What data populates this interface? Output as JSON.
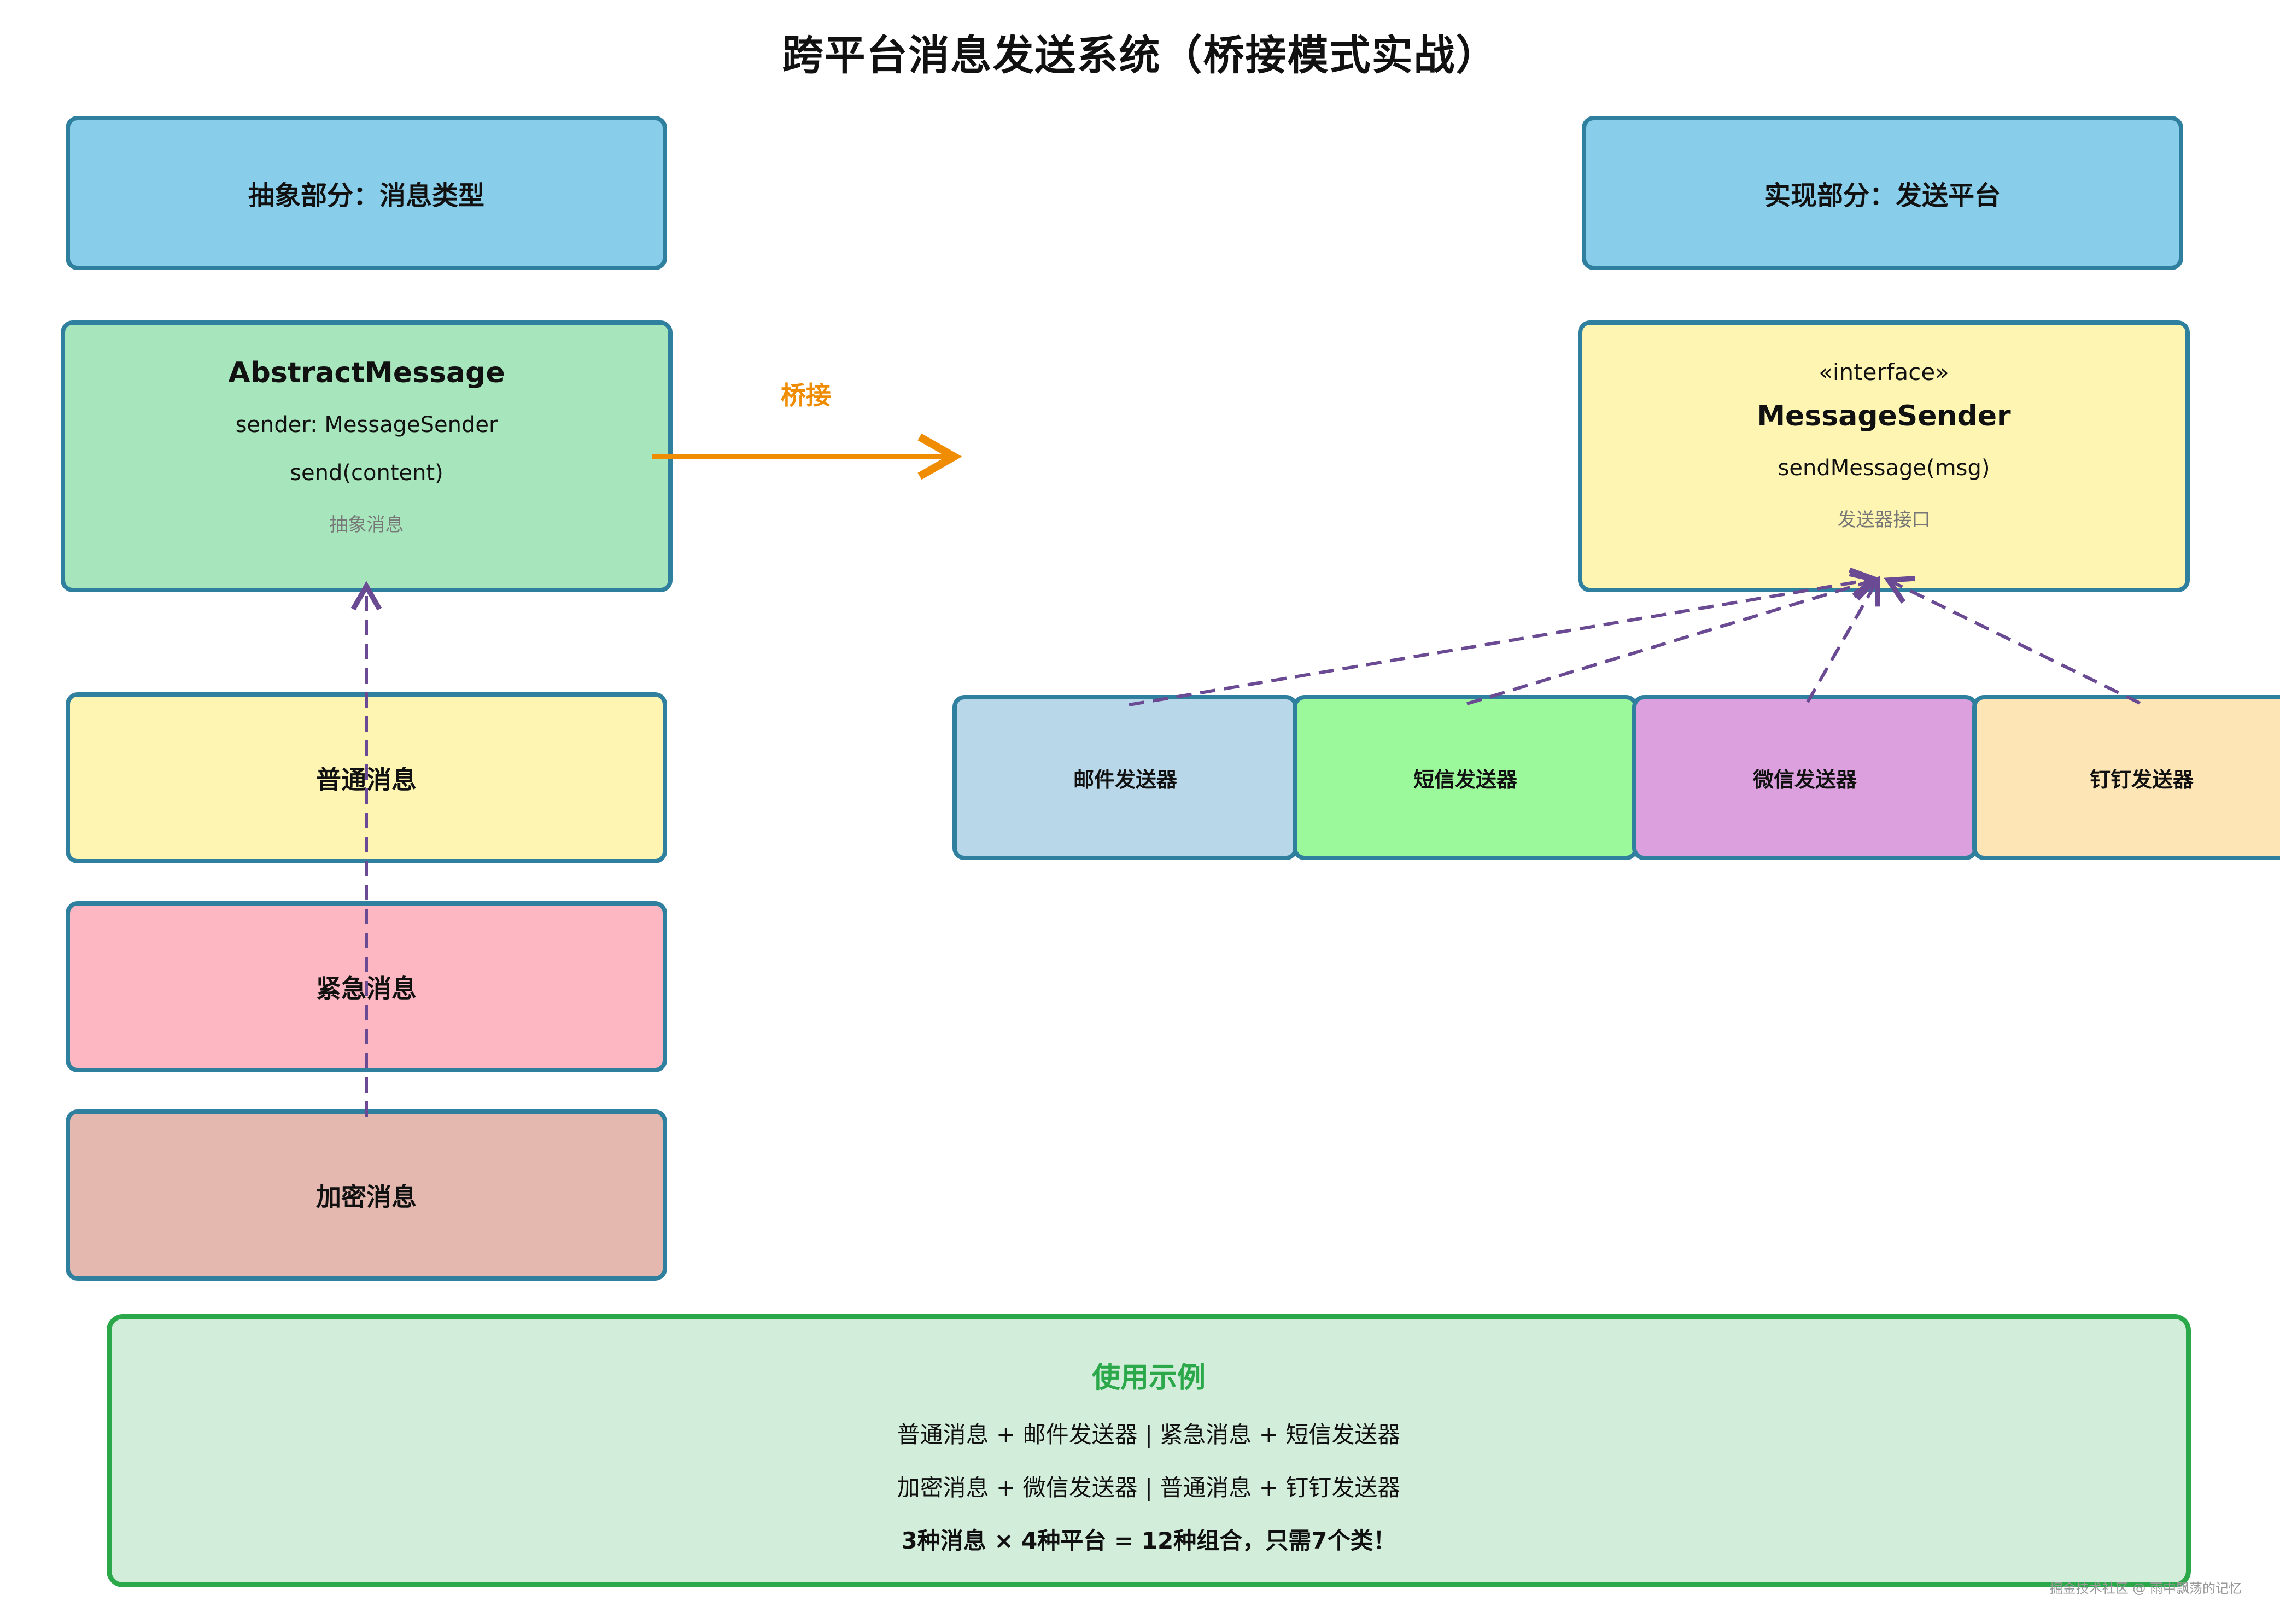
{
  "title": "跨平台消息发送系统（桥接模式实战）",
  "abstraction": {
    "header": "抽象部分：消息类型",
    "class_name": "AbstractMessage",
    "field": "sender: MessageSender",
    "method": "send(content)",
    "note": "抽象消息",
    "subclasses": [
      "普通消息",
      "紧急消息",
      "加密消息"
    ]
  },
  "implementation": {
    "header": "实现部分：发送平台",
    "stereotype": "«interface»",
    "class_name": "MessageSender",
    "method": "sendMessage(msg)",
    "note": "发送器接口",
    "platforms": [
      "邮件发送器",
      "短信发送器",
      "微信发送器",
      "钉钉发送器"
    ]
  },
  "bridge_label": "桥接",
  "usage": {
    "title": "使用示例",
    "line1": "普通消息 + 邮件发送器 | 紧急消息 + 短信发送器",
    "line2": "加密消息 + 微信发送器 | 普通消息 + 钉钉发送器",
    "summary": "3种消息 × 4种平台 = 12种组合，只需7个类！"
  },
  "watermark": "掘金技术社区 @ 雨中飘荡的记忆",
  "colors": {
    "header_fill": "#88ceeb",
    "abstract_fill": "#a7e5bc",
    "interface_fill": "#fdf5b1",
    "border": "#2f7f9e",
    "bridge_arrow": "#ef8c00",
    "inheritance_arrow": "#6a4a93",
    "usage_fill": "#d3eddb",
    "usage_border": "#2aa84a",
    "sub_normal": "#fdf5b1",
    "sub_urgent": "#fdb7c2",
    "sub_encrypted": "#e4b8ae",
    "plat_email": "#b8d8ea",
    "plat_sms": "#9bf89b",
    "plat_wechat": "#dba0dd",
    "plat_dingtalk": "#fde5b5"
  }
}
